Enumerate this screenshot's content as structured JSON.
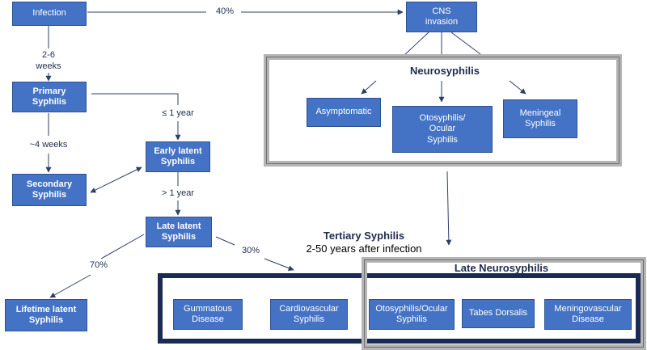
{
  "nodes": {
    "infection": "Infection",
    "cns_invasion": "CNS\ninvasion",
    "primary": "Primary\nSyphilis",
    "secondary": "Secondary\nSyphilis",
    "early_latent": "Early latent\nSyphilis",
    "late_latent": "Late latent\nSyphilis",
    "lifetime_latent": "Lifetime latent\nSyphilis",
    "asymptomatic": "Asymptomatic",
    "otosyphilis": "Otosyphilis/\nOcular\nSyphilis",
    "meningeal": "Meningeal\nSyphilis",
    "gummatous": "Gummatous\nDisease",
    "cardiovascular": "Cardiovascular\nSyphilis",
    "late_otosyphilis": "Otosyphilis/Ocular\nSyphilis",
    "tabes": "Tabes Dorsalis",
    "meningovascular": "Meningovascular\nDisease"
  },
  "edge_labels": {
    "pct_40": "40%",
    "weeks_2_6": "2-6\nweeks",
    "weeks_4": "~4 weeks",
    "le_1_year": "≤ 1 year",
    "gt_1_year": "> 1 year",
    "pct_70": "70%",
    "pct_30": "30%"
  },
  "groups": {
    "neurosyphilis": "Neurosyphilis",
    "tertiary_title": "Tertiary Syphilis",
    "tertiary_subtitle": "2-50 years after infection",
    "late_neurosyphilis": "Late Neurosyphilis"
  },
  "colors": {
    "node_fill": "#4472c4",
    "node_border": "#2f528f",
    "arrow": "#2f3f66",
    "navy_frame": "#1a2a52",
    "gray_frame": "#b4b4b4"
  }
}
